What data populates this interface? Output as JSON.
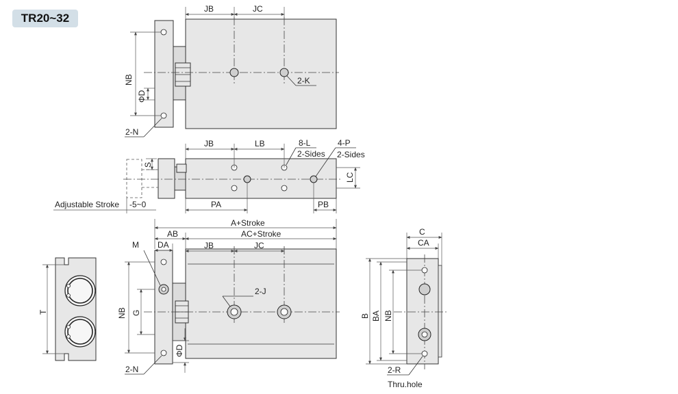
{
  "title": "TR20~32",
  "top_view": {
    "dims": {
      "jb": "JB",
      "jc": "JC",
      "nb": "NB",
      "phi_d": "ΦD"
    },
    "callouts": {
      "two_k": "2-K",
      "two_n": "2-N"
    }
  },
  "side_view": {
    "dims": {
      "jb": "JB",
      "lb": "LB",
      "s": "S",
      "lc": "LC",
      "pa": "PA",
      "pb": "PB"
    },
    "callouts": {
      "eight_l": "8-L",
      "eight_l_sides": "2-Sides",
      "four_p": "4-P",
      "four_p_sides": "2-Sides"
    },
    "adjustable_stroke": "Adjustable Stroke",
    "adjustable_range": "-5~0"
  },
  "front_view": {
    "dims": {
      "a_stroke": "A+Stroke",
      "ac_stroke": "AC+Stroke",
      "ab": "AB",
      "da": "DA",
      "jb": "JB",
      "jc": "JC",
      "m": "M",
      "nb": "NB",
      "g": "G",
      "phi_d": "ΦD"
    },
    "callouts": {
      "two_j": "2-J",
      "two_n": "2-N"
    }
  },
  "end_view": {
    "dims": {
      "t": "T"
    }
  },
  "right_view": {
    "dims": {
      "c": "C",
      "ca": "CA",
      "b": "B",
      "ba": "BA",
      "nb": "NB"
    },
    "callouts": {
      "two_r": "2-R",
      "thru_hole": "Thru.hole"
    }
  }
}
